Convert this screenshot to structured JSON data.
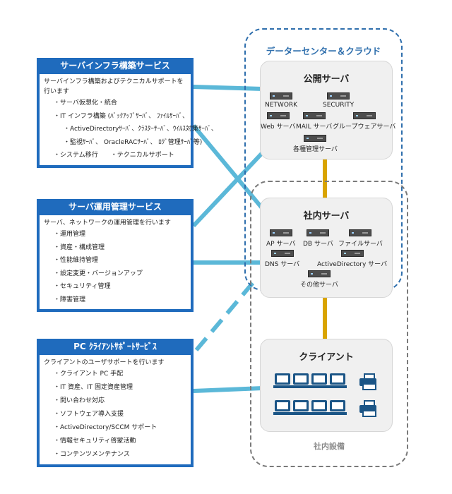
{
  "zones": {
    "datacenter": "データーセンター＆クラウド",
    "onsite": "社内設備"
  },
  "public_servers": {
    "title": "公開サーバ",
    "items": [
      "NETWORK",
      "SECURITY",
      "Web サーバ",
      "MAIL サーバ",
      "グループウェアサーバ",
      "各種管理サーバ"
    ]
  },
  "internal_servers": {
    "title": "社内サーバ",
    "items": [
      "AP サーバ",
      "DB サーバ",
      "ファイルサーバ",
      "DNS サーバ",
      "ActiveDirectory サーバ",
      "その他サーバ"
    ]
  },
  "clients": {
    "title": "クライアント",
    "icons": [
      "pc-icon",
      "pc-icon",
      "pc-icon",
      "pc-icon",
      "printer-icon",
      "pc-icon",
      "pc-icon",
      "pc-icon",
      "pc-icon",
      "printer-icon"
    ]
  },
  "services": [
    {
      "title": "サーバインフラ構築サービス",
      "intro": "サーバインフラ構築およびテクニカルサポートを行います",
      "items": [
        "サーバ仮想化・統合",
        "IT インフラ構築 (ﾊﾞｯｸｱｯﾌﾟｻｰﾊﾞ、 ﾌｧｲﾙｻｰﾊﾞ、",
        "ActiveDirectoryｻｰﾊﾞ、ｸﾗｽﾀｰｻｰﾊﾞ、ｳｲﾙｽ対策ｻｰﾊﾞ、",
        "監視ｻｰﾊﾞ、 OracleRACｻｰﾊﾞ、 ﾛｸﾞ管理ｻｰﾊﾞ等)",
        "システム移行　　・テクニカルサポート"
      ]
    },
    {
      "title": "サーバ運用管理サービス",
      "intro": "サーバ、ネットワークの運用管理を行います",
      "items": [
        "運用管理",
        "資産・構成管理",
        "性能維持管理",
        "設定変更・バージョンアップ",
        "セキュリティ管理",
        "障害管理"
      ]
    },
    {
      "title": "PC ｸﾗｲｱﾝﾄｻﾎﾟｰﾄｻｰﾋﾞｽ",
      "intro": "クライアントのユーザサポートを行います",
      "items": [
        "クライアント PC 手配",
        "IT 資産、IT 固定資産管理",
        "問い合わせ対応",
        "ソフトウェア導入支援",
        "ActiveDirectory/SCCM サポート",
        "情報セキュリティ啓蒙活動",
        "コンテンツメンテナンス"
      ]
    }
  ],
  "colors": {
    "service_header": "#1f6bbd",
    "connector": "#5bb8d8",
    "datacenter_border": "#2f6fad",
    "onsite_border": "#7a7a7a",
    "server_link": "#d9a400",
    "client_icon": "#1b5586"
  }
}
